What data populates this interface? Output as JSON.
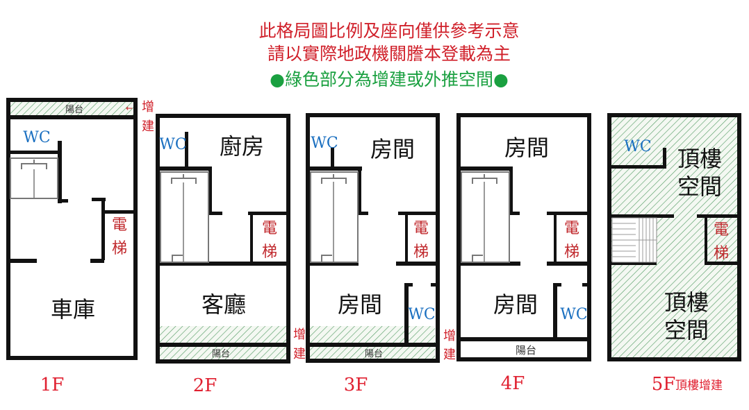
{
  "notice": {
    "line1": "此格局圖比例及座向僅供參考示意",
    "line2": "請以實際地政機關謄本登載為主",
    "line3": "●綠色部分為增建或外推空間●",
    "red": "#d0202a",
    "green": "#1aa040"
  },
  "labels": {
    "balcony": "陽台",
    "wc": "WC",
    "elevator_1": "電",
    "elevator_2": "梯",
    "extension_1": "增",
    "extension_2": "建",
    "garage": "車庫",
    "kitchen": "廚房",
    "living_room": "客廳",
    "room": "房間",
    "attic_1": "頂樓",
    "attic_2": "空間"
  },
  "floors": [
    {
      "label": "1F"
    },
    {
      "label": "2F"
    },
    {
      "label": "3F"
    },
    {
      "label": "4F"
    },
    {
      "label": "5F",
      "note": "頂樓增建"
    }
  ],
  "colors": {
    "hatch": "#3a9a50",
    "wall": "#111111"
  }
}
